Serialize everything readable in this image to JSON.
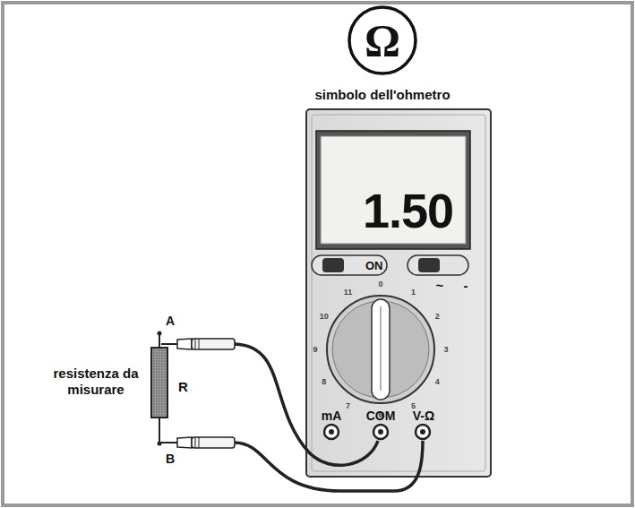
{
  "diagram": {
    "nodes": [
      {
        "text": [
          "Ω",
          "simbolo dell'ohmetro"
        ]
      },
      {
        "text": [
          "1.50"
        ]
      },
      {
        "text": [
          "R",
          "resistenza da misurare"
        ]
      }
    ],
    "labels": [
      "ON",
      "~",
      "-",
      "0",
      "1",
      "2",
      "3",
      "4",
      "5",
      "6",
      "7",
      "8",
      "9",
      "10",
      "11",
      "mA",
      "COM",
      "V-Ω",
      "A",
      "B"
    ]
  }
}
